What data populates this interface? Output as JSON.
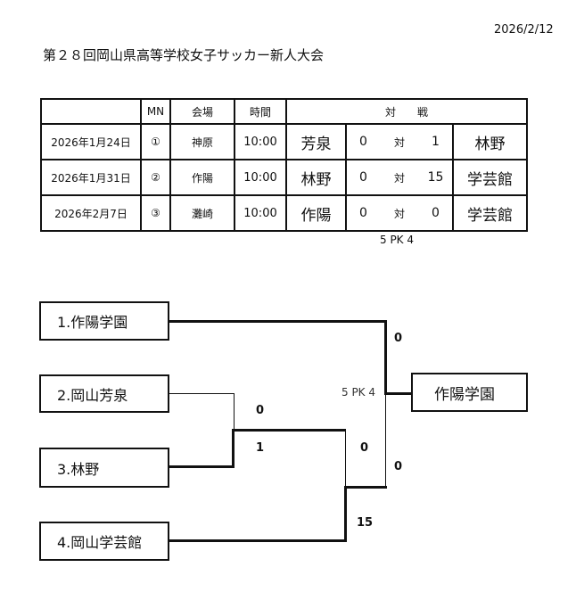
{
  "date": "2026/2/12",
  "title": "第２８回岡山県高等学校女子サッカー新人大会",
  "table": {
    "headers": {
      "date": "",
      "mn": "MN",
      "venue": "会場",
      "time": "時間",
      "match": "対　　戦"
    },
    "rows": [
      {
        "date": "2026年1月24日",
        "mn": "①",
        "venue": "神原",
        "time": "10:00",
        "home": "芳泉",
        "hs": "0",
        "vs": "対",
        "as": "1",
        "away": "林野"
      },
      {
        "date": "2026年1月31日",
        "mn": "②",
        "venue": "作陽",
        "time": "10:00",
        "home": "林野",
        "hs": "0",
        "vs": "対",
        "as": "15",
        "away": "学芸館"
      },
      {
        "date": "2026年2月7日",
        "mn": "③",
        "venue": "灘崎",
        "time": "10:00",
        "home": "作陽",
        "hs": "0",
        "vs": "対",
        "as": "0",
        "away": "学芸館"
      }
    ],
    "pk_note": "5 PK 4"
  },
  "bracket": {
    "teams": [
      "1.作陽学園",
      "2.岡山芳泉",
      "3.林野",
      "4.岡山学芸館"
    ],
    "winner": "作陽学園",
    "scores": {
      "final_top": "0",
      "final_bottom": "0",
      "final_pk": "5 PK 4",
      "r1_top": "0",
      "r1_bottom": "1",
      "r2_top": "0",
      "r2_bottom": "15"
    }
  }
}
